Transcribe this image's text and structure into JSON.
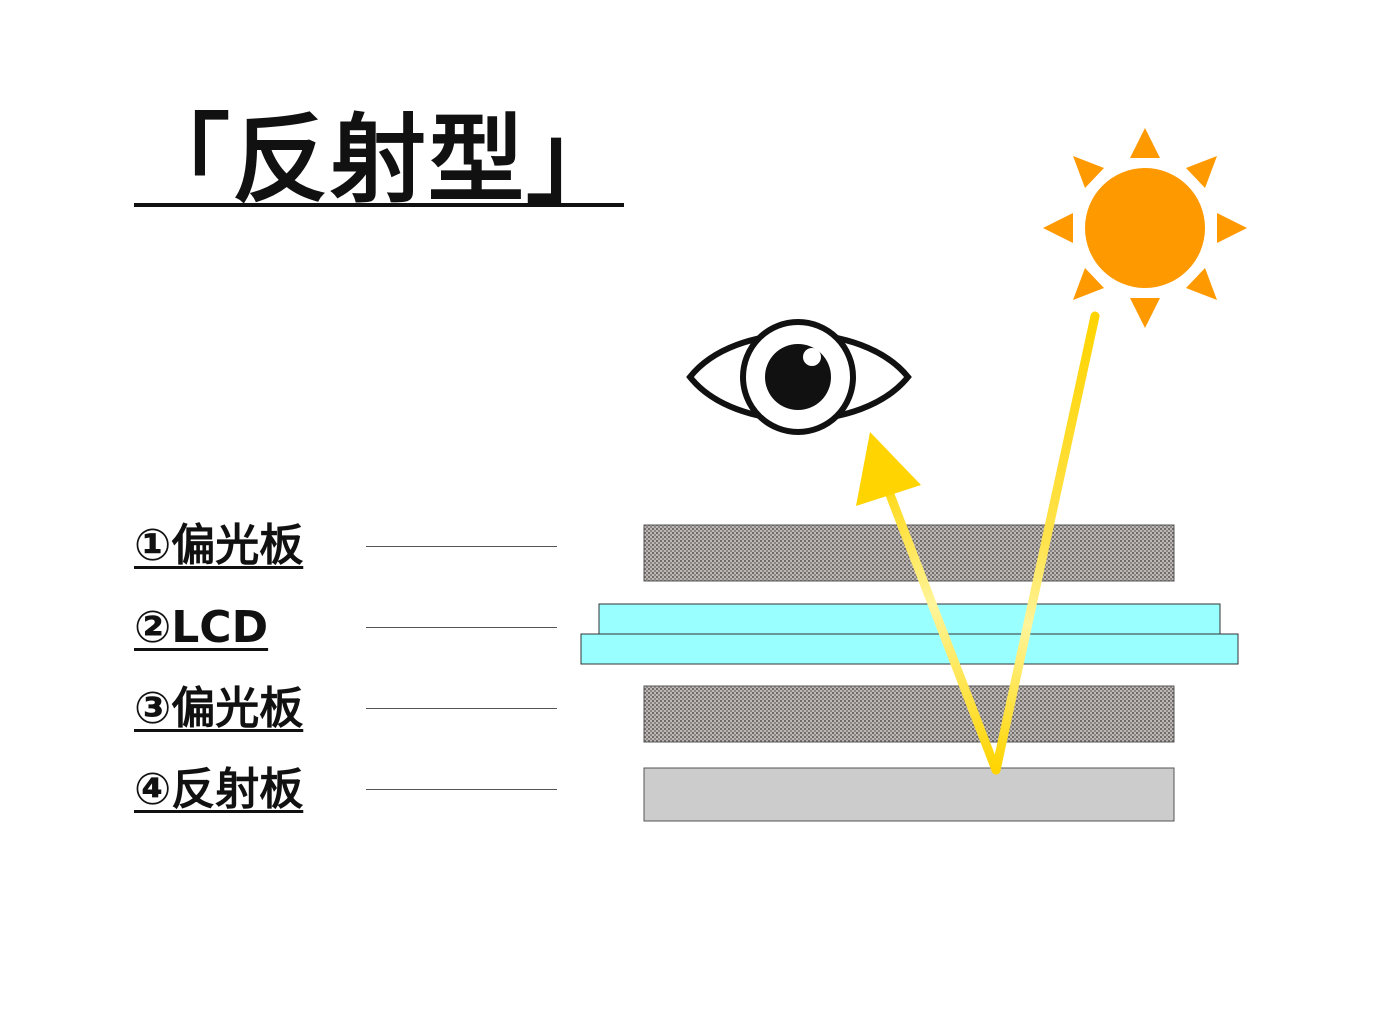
{
  "title": "「反射型」",
  "layers": [
    {
      "label": "①偏光板"
    },
    {
      "label": "②LCD"
    },
    {
      "label": "③偏光板"
    },
    {
      "label": "④反射板"
    }
  ],
  "colors": {
    "polarizer": "#8f8a88",
    "lcd": "#99ffff",
    "reflector": "#cccccc",
    "light_ray": "#ffd400",
    "sun": "#ff9900",
    "eye": "#111111"
  },
  "icons": {
    "eye": "eye-icon",
    "sun": "sun-icon"
  }
}
